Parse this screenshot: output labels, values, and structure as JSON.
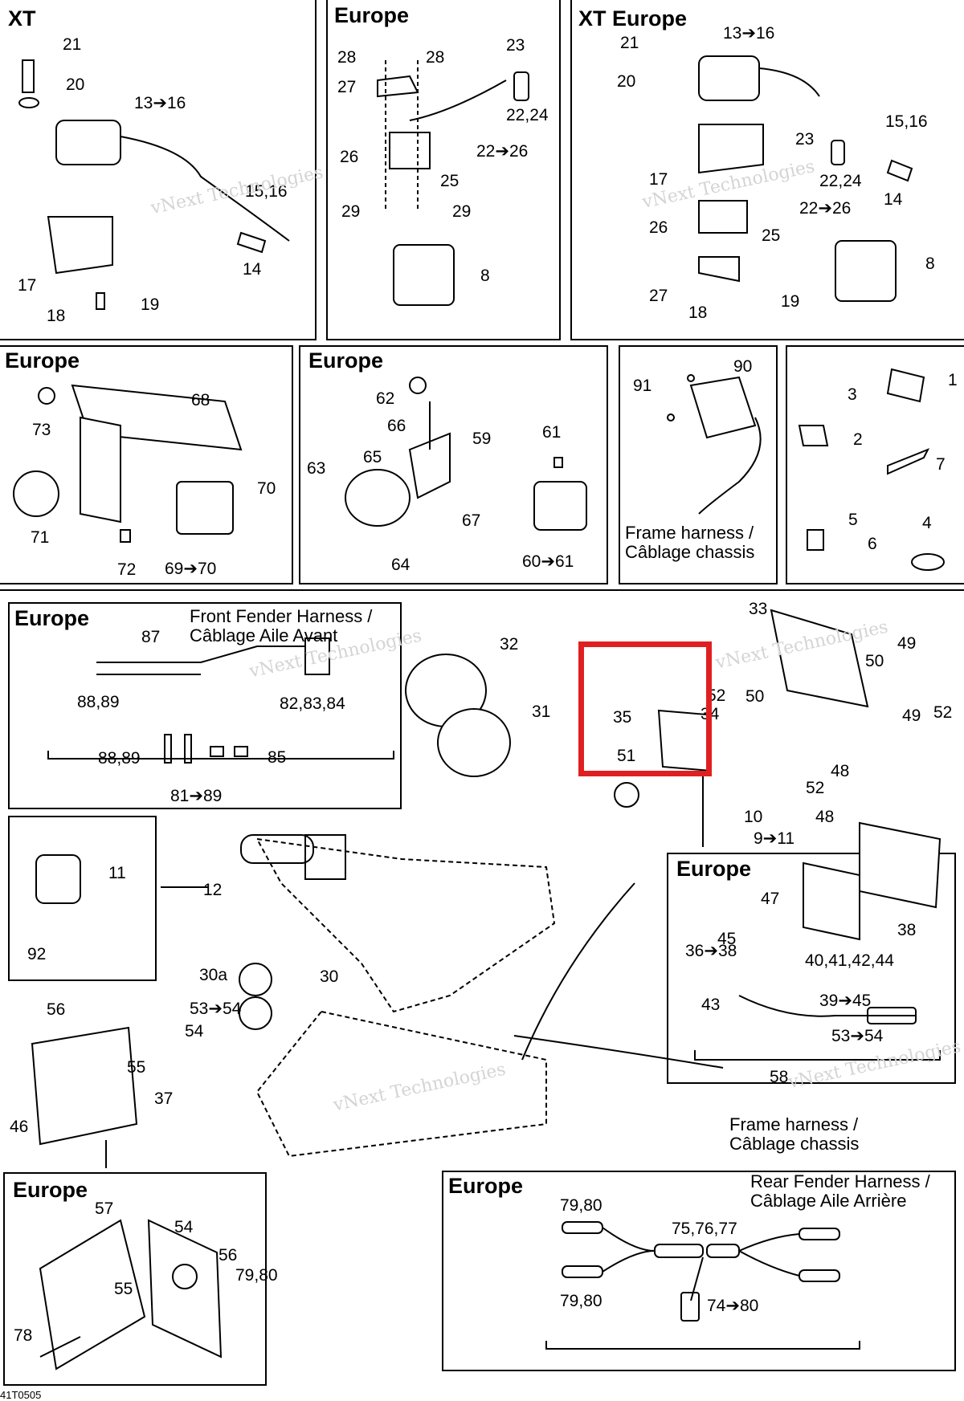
{
  "panels": [
    {
      "id": "xt",
      "title": "XT",
      "subtitle": ""
    },
    {
      "id": "europe-top",
      "title": "Europe",
      "subtitle": ""
    },
    {
      "id": "xt-europe",
      "title": "XT Europe",
      "subtitle": ""
    },
    {
      "id": "europe-lights",
      "title": "Europe",
      "subtitle": ""
    },
    {
      "id": "europe-horn",
      "title": "Europe",
      "subtitle": ""
    },
    {
      "id": "regulator",
      "title": "",
      "subtitle": "Frame harness /\nCâblage chassis"
    },
    {
      "id": "hardware",
      "title": "",
      "subtitle": ""
    },
    {
      "id": "front-fender",
      "title": "Europe",
      "subtitle": "Front Fender Harness /\nCâblage Aile Avant"
    },
    {
      "id": "switch",
      "title": "",
      "subtitle": ""
    },
    {
      "id": "europe-housing",
      "title": "Europe",
      "subtitle": ""
    },
    {
      "id": "europe-taillight",
      "title": "Europe",
      "subtitle": ""
    },
    {
      "id": "rear-fender",
      "title": "Europe",
      "subtitle": "Rear Fender Harness /\nCâblage Aile Arrière"
    }
  ],
  "main_note": "Frame harness /\nCâblage chassis",
  "watermark": "vNext Technologies",
  "drawing_code": "41T0505",
  "labels": [
    "21",
    "20",
    "13➔16",
    "15,16",
    "14",
    "17",
    "18",
    "19",
    "28",
    "28",
    "27",
    "23",
    "22,24",
    "26",
    "22➔26",
    "25",
    "29",
    "29",
    "8",
    "21",
    "20",
    "13➔16",
    "15,16",
    "23",
    "22,24",
    "17",
    "14",
    "26",
    "22➔26",
    "25",
    "8",
    "27",
    "18",
    "19",
    "68",
    "73",
    "70",
    "71",
    "72",
    "69➔70",
    "62",
    "66",
    "59",
    "61",
    "65",
    "63",
    "67",
    "64",
    "60➔61",
    "90",
    "91",
    "3",
    "1",
    "2",
    "7",
    "5",
    "6",
    "4",
    "87",
    "88,89",
    "82,83,84",
    "88,89",
    "85",
    "81➔89",
    "32",
    "31",
    "33",
    "49",
    "50",
    "50",
    "52",
    "34",
    "35",
    "51",
    "49",
    "52",
    "48",
    "52",
    "48",
    "10",
    "9➔11",
    "11",
    "12",
    "92",
    "30",
    "30a",
    "53➔54",
    "54",
    "56",
    "55",
    "37",
    "46",
    "47",
    "38",
    "36➔38",
    "45",
    "40,41,42,44",
    "43",
    "39➔45",
    "53➔54",
    "58",
    "57",
    "54",
    "56",
    "55",
    "79,80",
    "78",
    "79,80",
    "75,76,77",
    "79,80",
    "74➔80"
  ],
  "colors": {
    "callout": "#e02020",
    "line": "#000000",
    "watermark": "#d4d4d4"
  }
}
